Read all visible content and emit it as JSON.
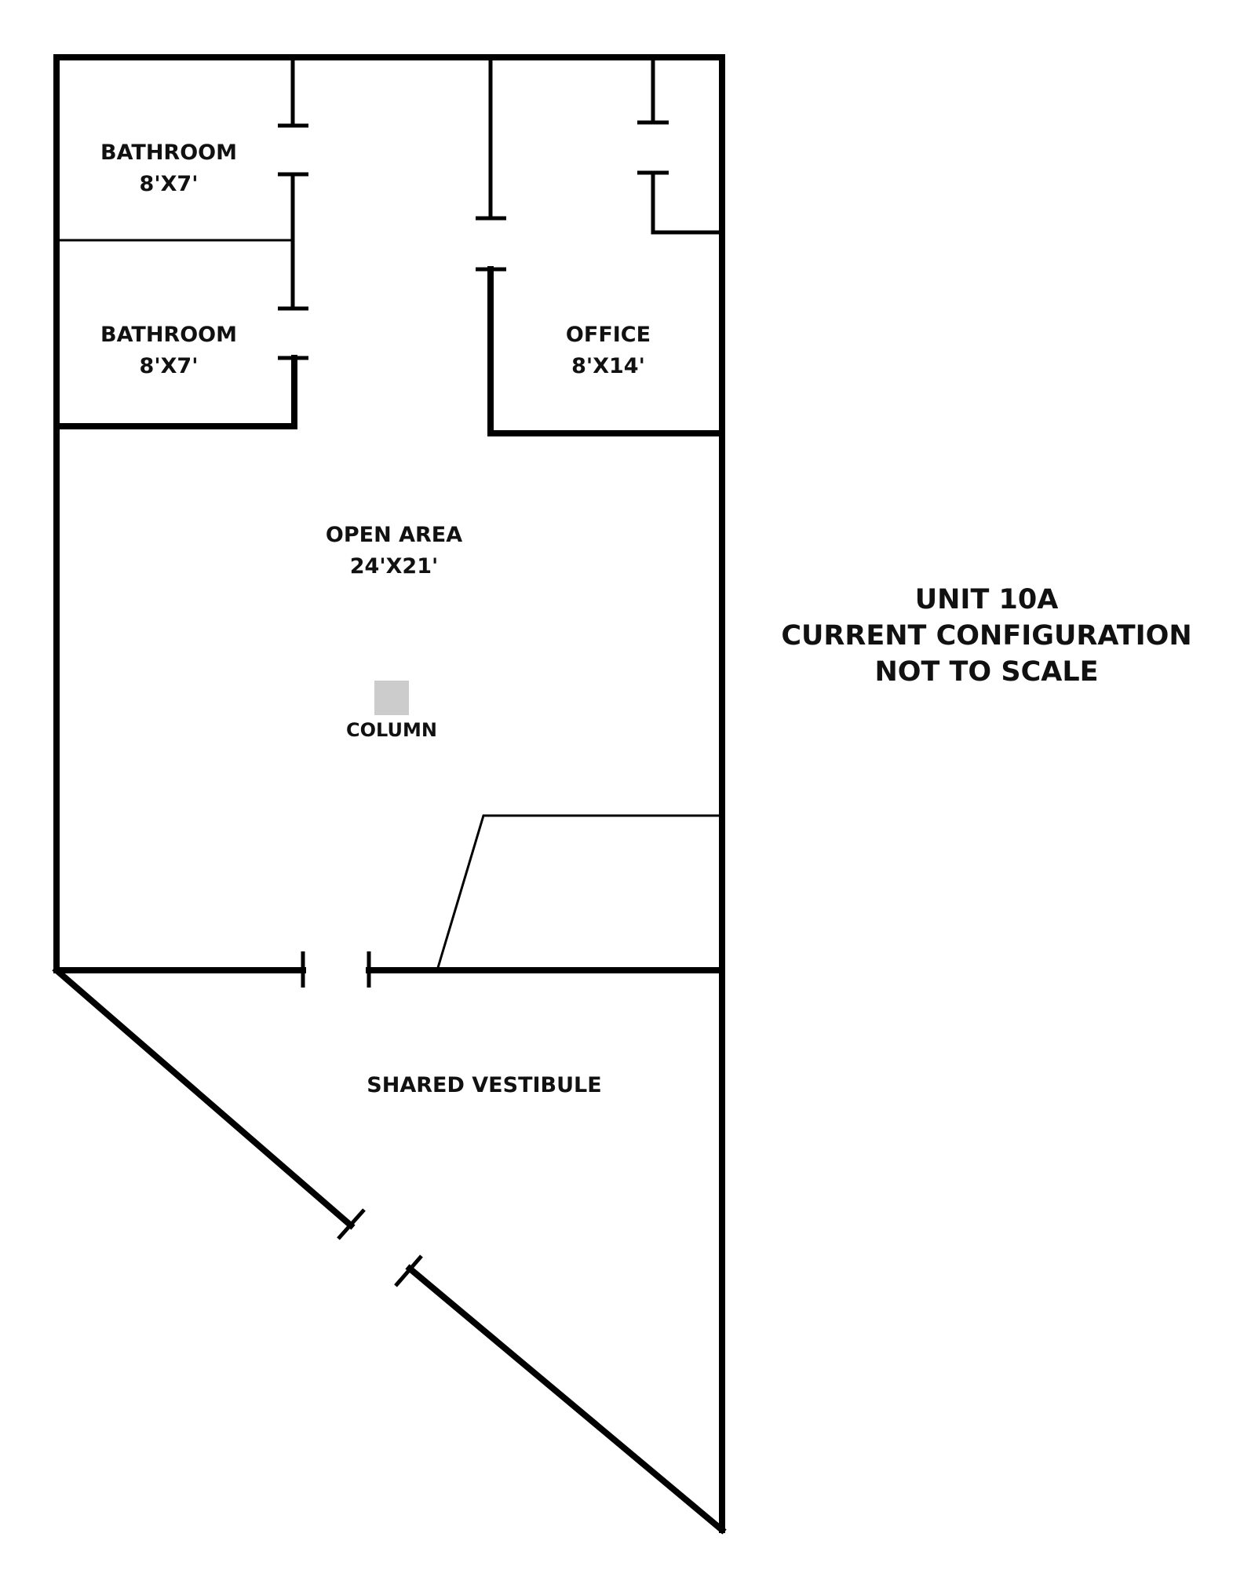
{
  "plan": {
    "rooms": [
      {
        "name": "BATHROOM",
        "size": "8'X7'"
      },
      {
        "name": "BATHROOM",
        "size": "8'X7'"
      },
      {
        "name": "OFFICE",
        "size": "8'X14'"
      },
      {
        "name": "OPEN AREA",
        "size": "24'X21'"
      }
    ],
    "column_label": "COLUMN",
    "vestibule_label": "SHARED VESTIBULE",
    "column_color": "#cccccc"
  },
  "caption": {
    "line1": "UNIT 10A",
    "line2": "CURRENT CONFIGURATION",
    "line3": "NOT TO SCALE"
  }
}
